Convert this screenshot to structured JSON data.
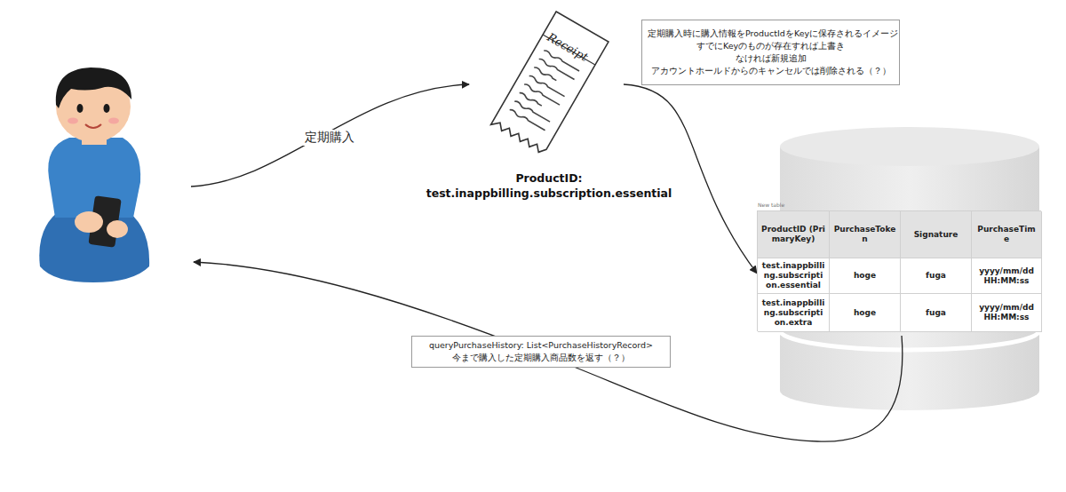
{
  "diagram": {
    "nodes": [
      {
        "text": [
          "Receipt",
          "ProductID: test.inappbilling.subscription.essential"
        ]
      },
      {
        "text": [
          "定期購入時に購入情報をProductIdをKeyに保存されるイメージ",
          "すでにKeyのものが存在すれば上書き",
          "なければ新規追加",
          "アカウントホールドからのキャンセルでは削除される（？）"
        ]
      },
      {
        "text": [
          "New table"
        ]
      },
      {
        "text": [
          "queryPurchaseHistory: List<PurchaseHistoryRecord>",
          "今まで購入した定期購入商品数を返す（？）"
        ]
      }
    ],
    "edges": [
      {
        "from": 0,
        "to": 2,
        "arrow": "to"
      }
    ],
    "labels": [
      "定期購入",
      "ProductID (PrimaryKey)",
      "PurchaseToken",
      "Signature",
      "PurchaseTime",
      "test.inappbilling.subscription.essential",
      "hoge",
      "fuga",
      "yyyy/mm/dd HH:MM:ss",
      "test.inappbilling.subscription.extra",
      "hoge",
      "fuga",
      "yyyy/mm/dd HH:MM:ss"
    ]
  }
}
